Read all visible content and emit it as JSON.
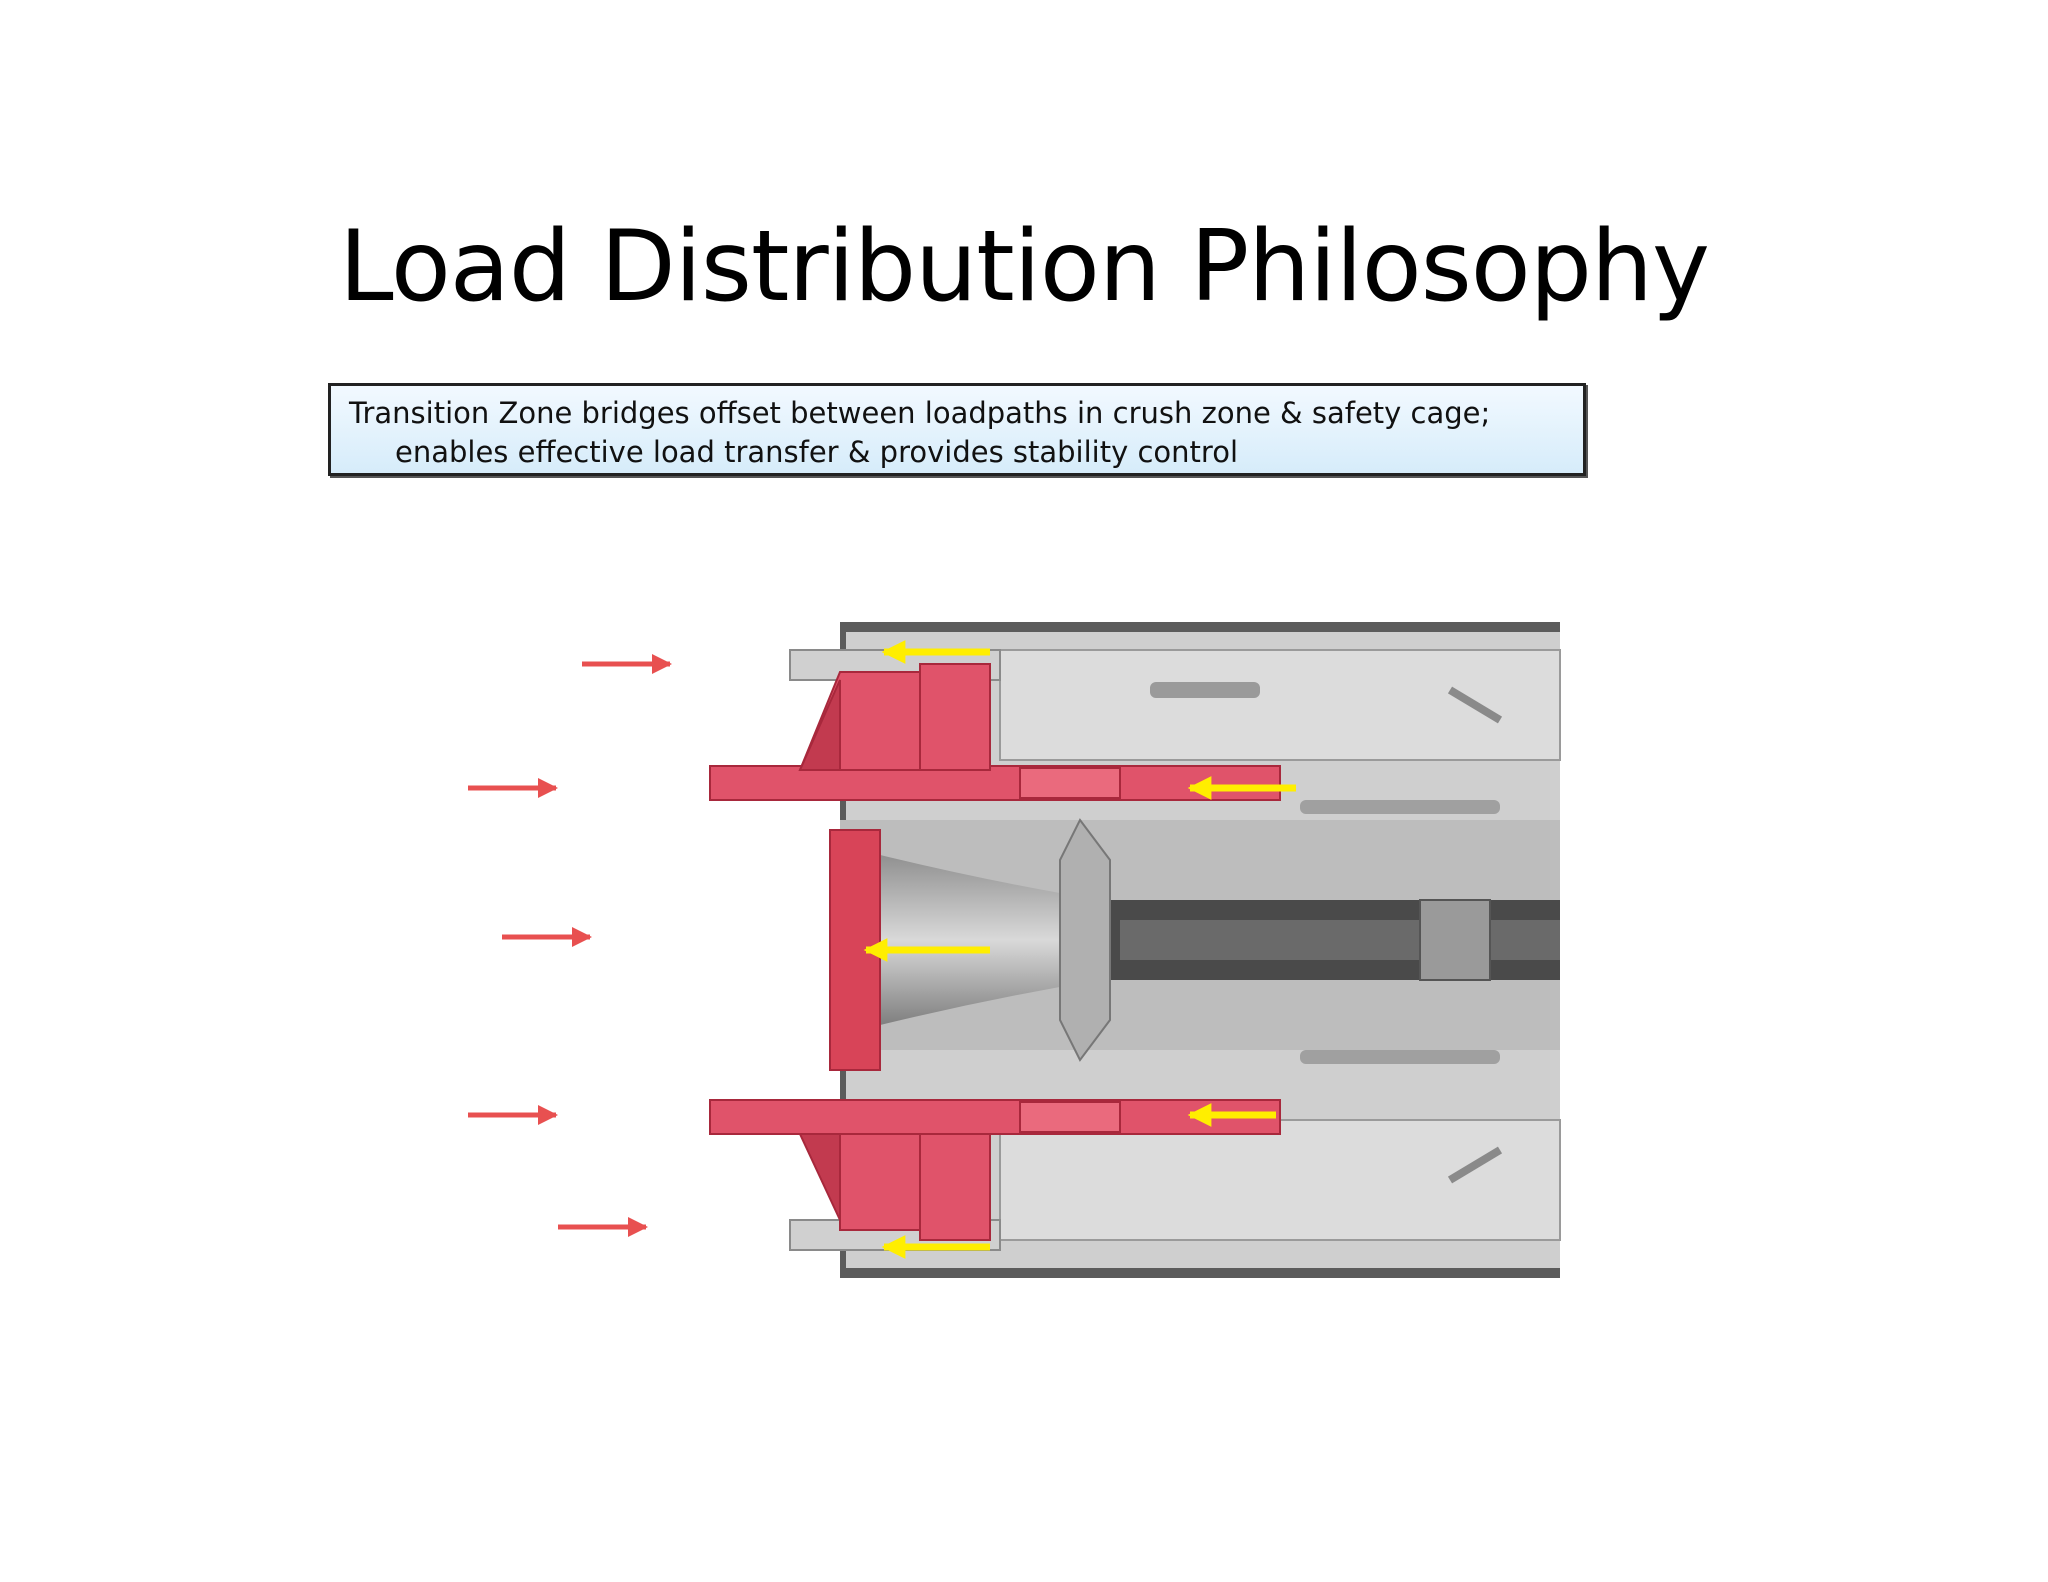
{
  "title": "Load Distribution Philosophy",
  "callout": {
    "line1": "Transition Zone bridges offset between loadpaths in crush zone & safety cage;",
    "line2": "enables effective load transfer & provides stability control"
  },
  "diagram": {
    "subject": "vehicle underbody structure, front section",
    "colors": {
      "impact_arrow": "#e85050",
      "loadpath_arrow": "#ffee00",
      "highlight_structure": "#e0536a",
      "base_structure": "#c9c9c9"
    },
    "impact_arrows": 5,
    "loadpath_arrows": 5
  }
}
